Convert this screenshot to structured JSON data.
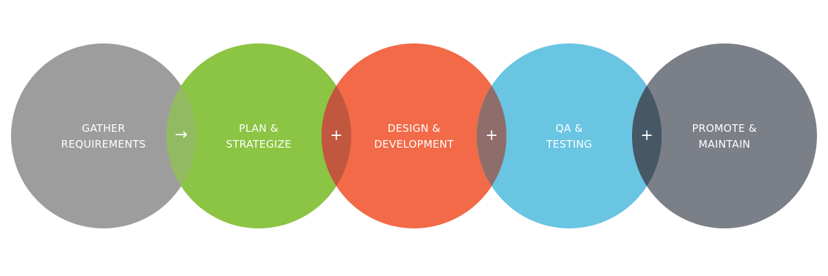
{
  "stages": [
    {
      "line1": "GATHER",
      "line2": "REQUIREMENTS",
      "color": "#9d9d9e"
    },
    {
      "line1": "PLAN &",
      "line2": "STRATEGIZE",
      "color": "#8cc443"
    },
    {
      "line1": "DESIGN &",
      "line2": "DEVELOPMENT",
      "color": "#f26a47"
    },
    {
      "line1": "QA &",
      "line2": "TESTING",
      "color": "#69c5e2"
    },
    {
      "line1": "PROMOTE &",
      "line2": "MAINTAIN",
      "color": "#7b7f87"
    }
  ],
  "connectors": [
    {
      "symbol": "→",
      "icon": "arrow-right-icon",
      "color": "#92ba63"
    },
    {
      "symbol": "+",
      "icon": "plus-icon",
      "color": "#c0573e"
    },
    {
      "symbol": "+",
      "icon": "plus-icon",
      "color": "#8f6d6b"
    },
    {
      "symbol": "+",
      "icon": "plus-icon",
      "color": "#465766"
    }
  ]
}
